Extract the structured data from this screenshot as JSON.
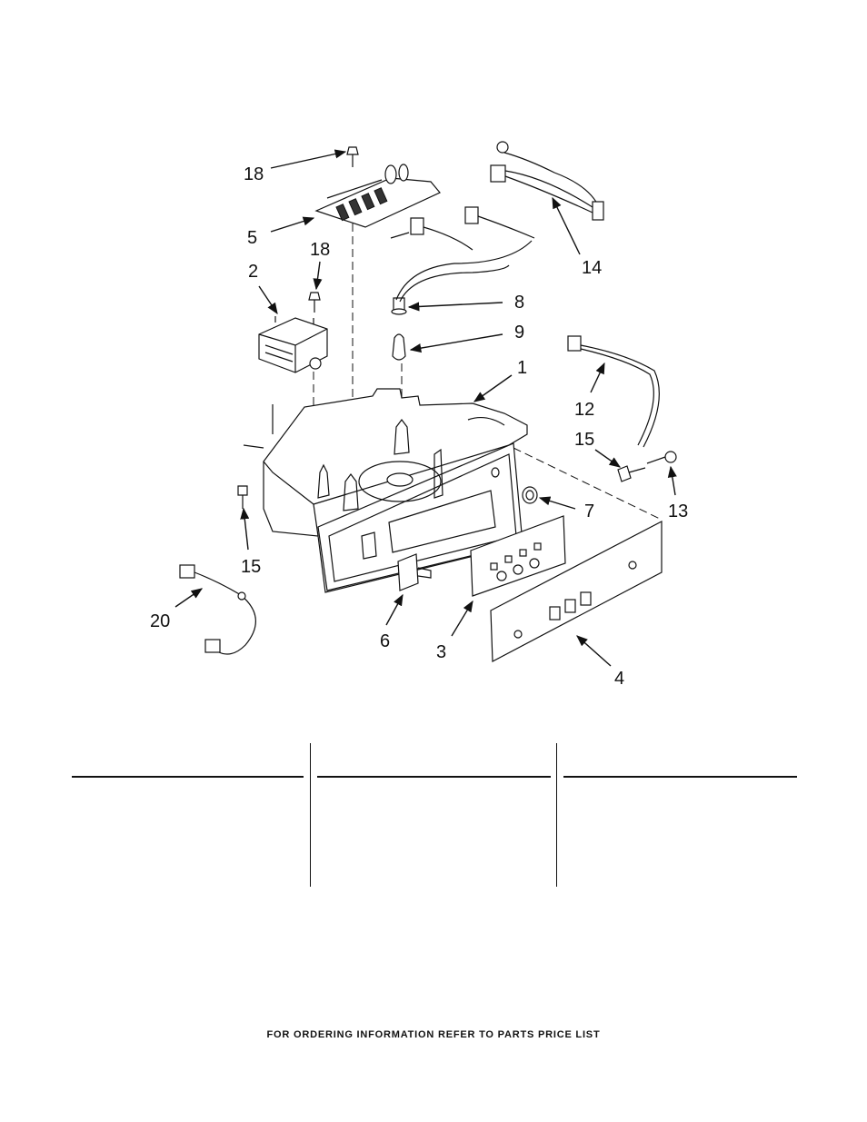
{
  "callouts": {
    "c1": "1",
    "c2": "2",
    "c3": "3",
    "c4": "4",
    "c5": "5",
    "c6": "6",
    "c7": "7",
    "c8": "8",
    "c9": "9",
    "c12": "12",
    "c13": "13",
    "c14": "14",
    "c15a": "15",
    "c15b": "15",
    "c18a": "18",
    "c18b": "18",
    "c20": "20"
  },
  "footer": {
    "text": "FOR ORDERING INFORMATION REFER TO PARTS PRICE LIST"
  }
}
